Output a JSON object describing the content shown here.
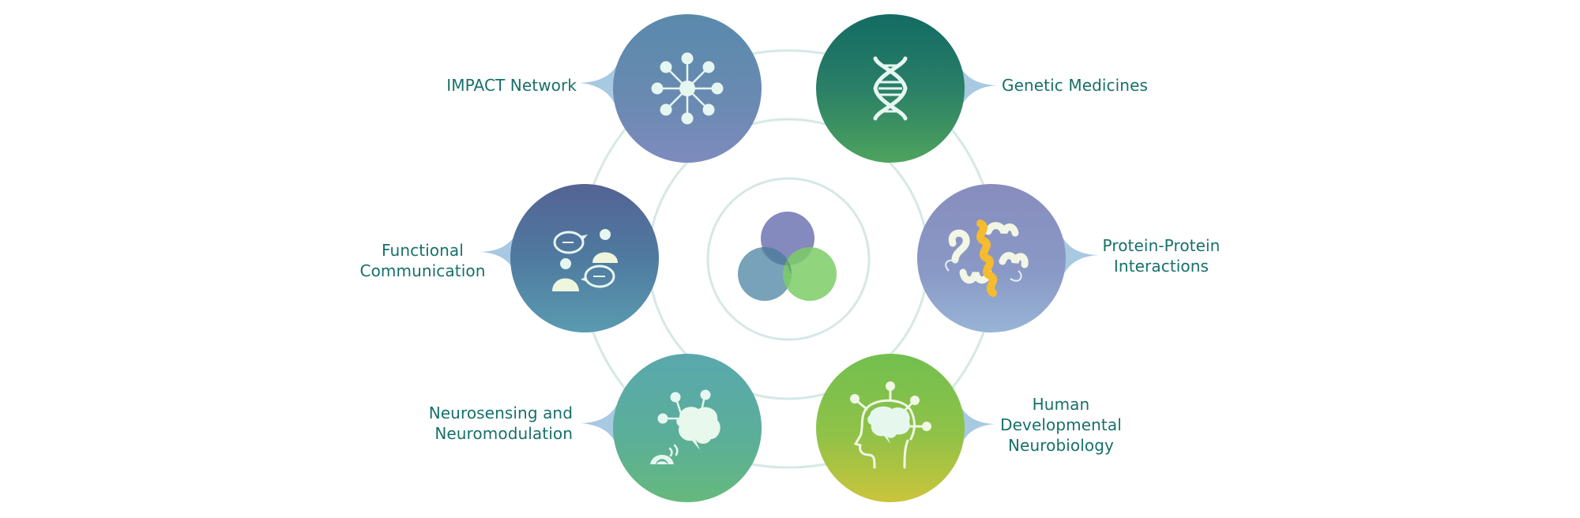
{
  "diagram": {
    "center": {
      "name": "integrated-research-venn",
      "circles": [
        {
          "color": "#7d83bb"
        },
        {
          "color": "#5f92ad"
        },
        {
          "color": "#7ccc66"
        }
      ]
    },
    "colors": {
      "label_text": "#16706a",
      "ring": "#d6e8e6",
      "connector": "#a7c9e2"
    },
    "nodes": [
      {
        "id": "impact-network",
        "lines": [
          "IMPACT Network"
        ],
        "icon": "network-icon",
        "gradient": [
          "#5a89ac",
          "#7e8bbd"
        ]
      },
      {
        "id": "genetic-medicines",
        "lines": [
          "Genetic Medicines"
        ],
        "icon": "dna-icon",
        "gradient": [
          "#136b64",
          "#4ea35e"
        ]
      },
      {
        "id": "functional-communication",
        "lines": [
          "Functional",
          "Communication"
        ],
        "icon": "conversation-icon",
        "gradient": [
          "#546394",
          "#5a9bb0"
        ]
      },
      {
        "id": "protein-protein-interactions",
        "lines": [
          "Protein-Protein",
          "Interactions"
        ],
        "icon": "protein-structure-icon",
        "gradient": [
          "#878dbe",
          "#98b4d6"
        ]
      },
      {
        "id": "neurosensing-neuromodulation",
        "lines": [
          "Neurosensing and",
          "Neuromodulation"
        ],
        "icon": "brain-sensor-icon",
        "gradient": [
          "#5aa8ae",
          "#65b97c"
        ]
      },
      {
        "id": "human-developmental-neurobiology",
        "lines": [
          "Human",
          "Developmental",
          "Neurobiology"
        ],
        "icon": "head-brain-icon",
        "gradient": [
          "#72bf4f",
          "#cbc43b"
        ]
      }
    ]
  }
}
